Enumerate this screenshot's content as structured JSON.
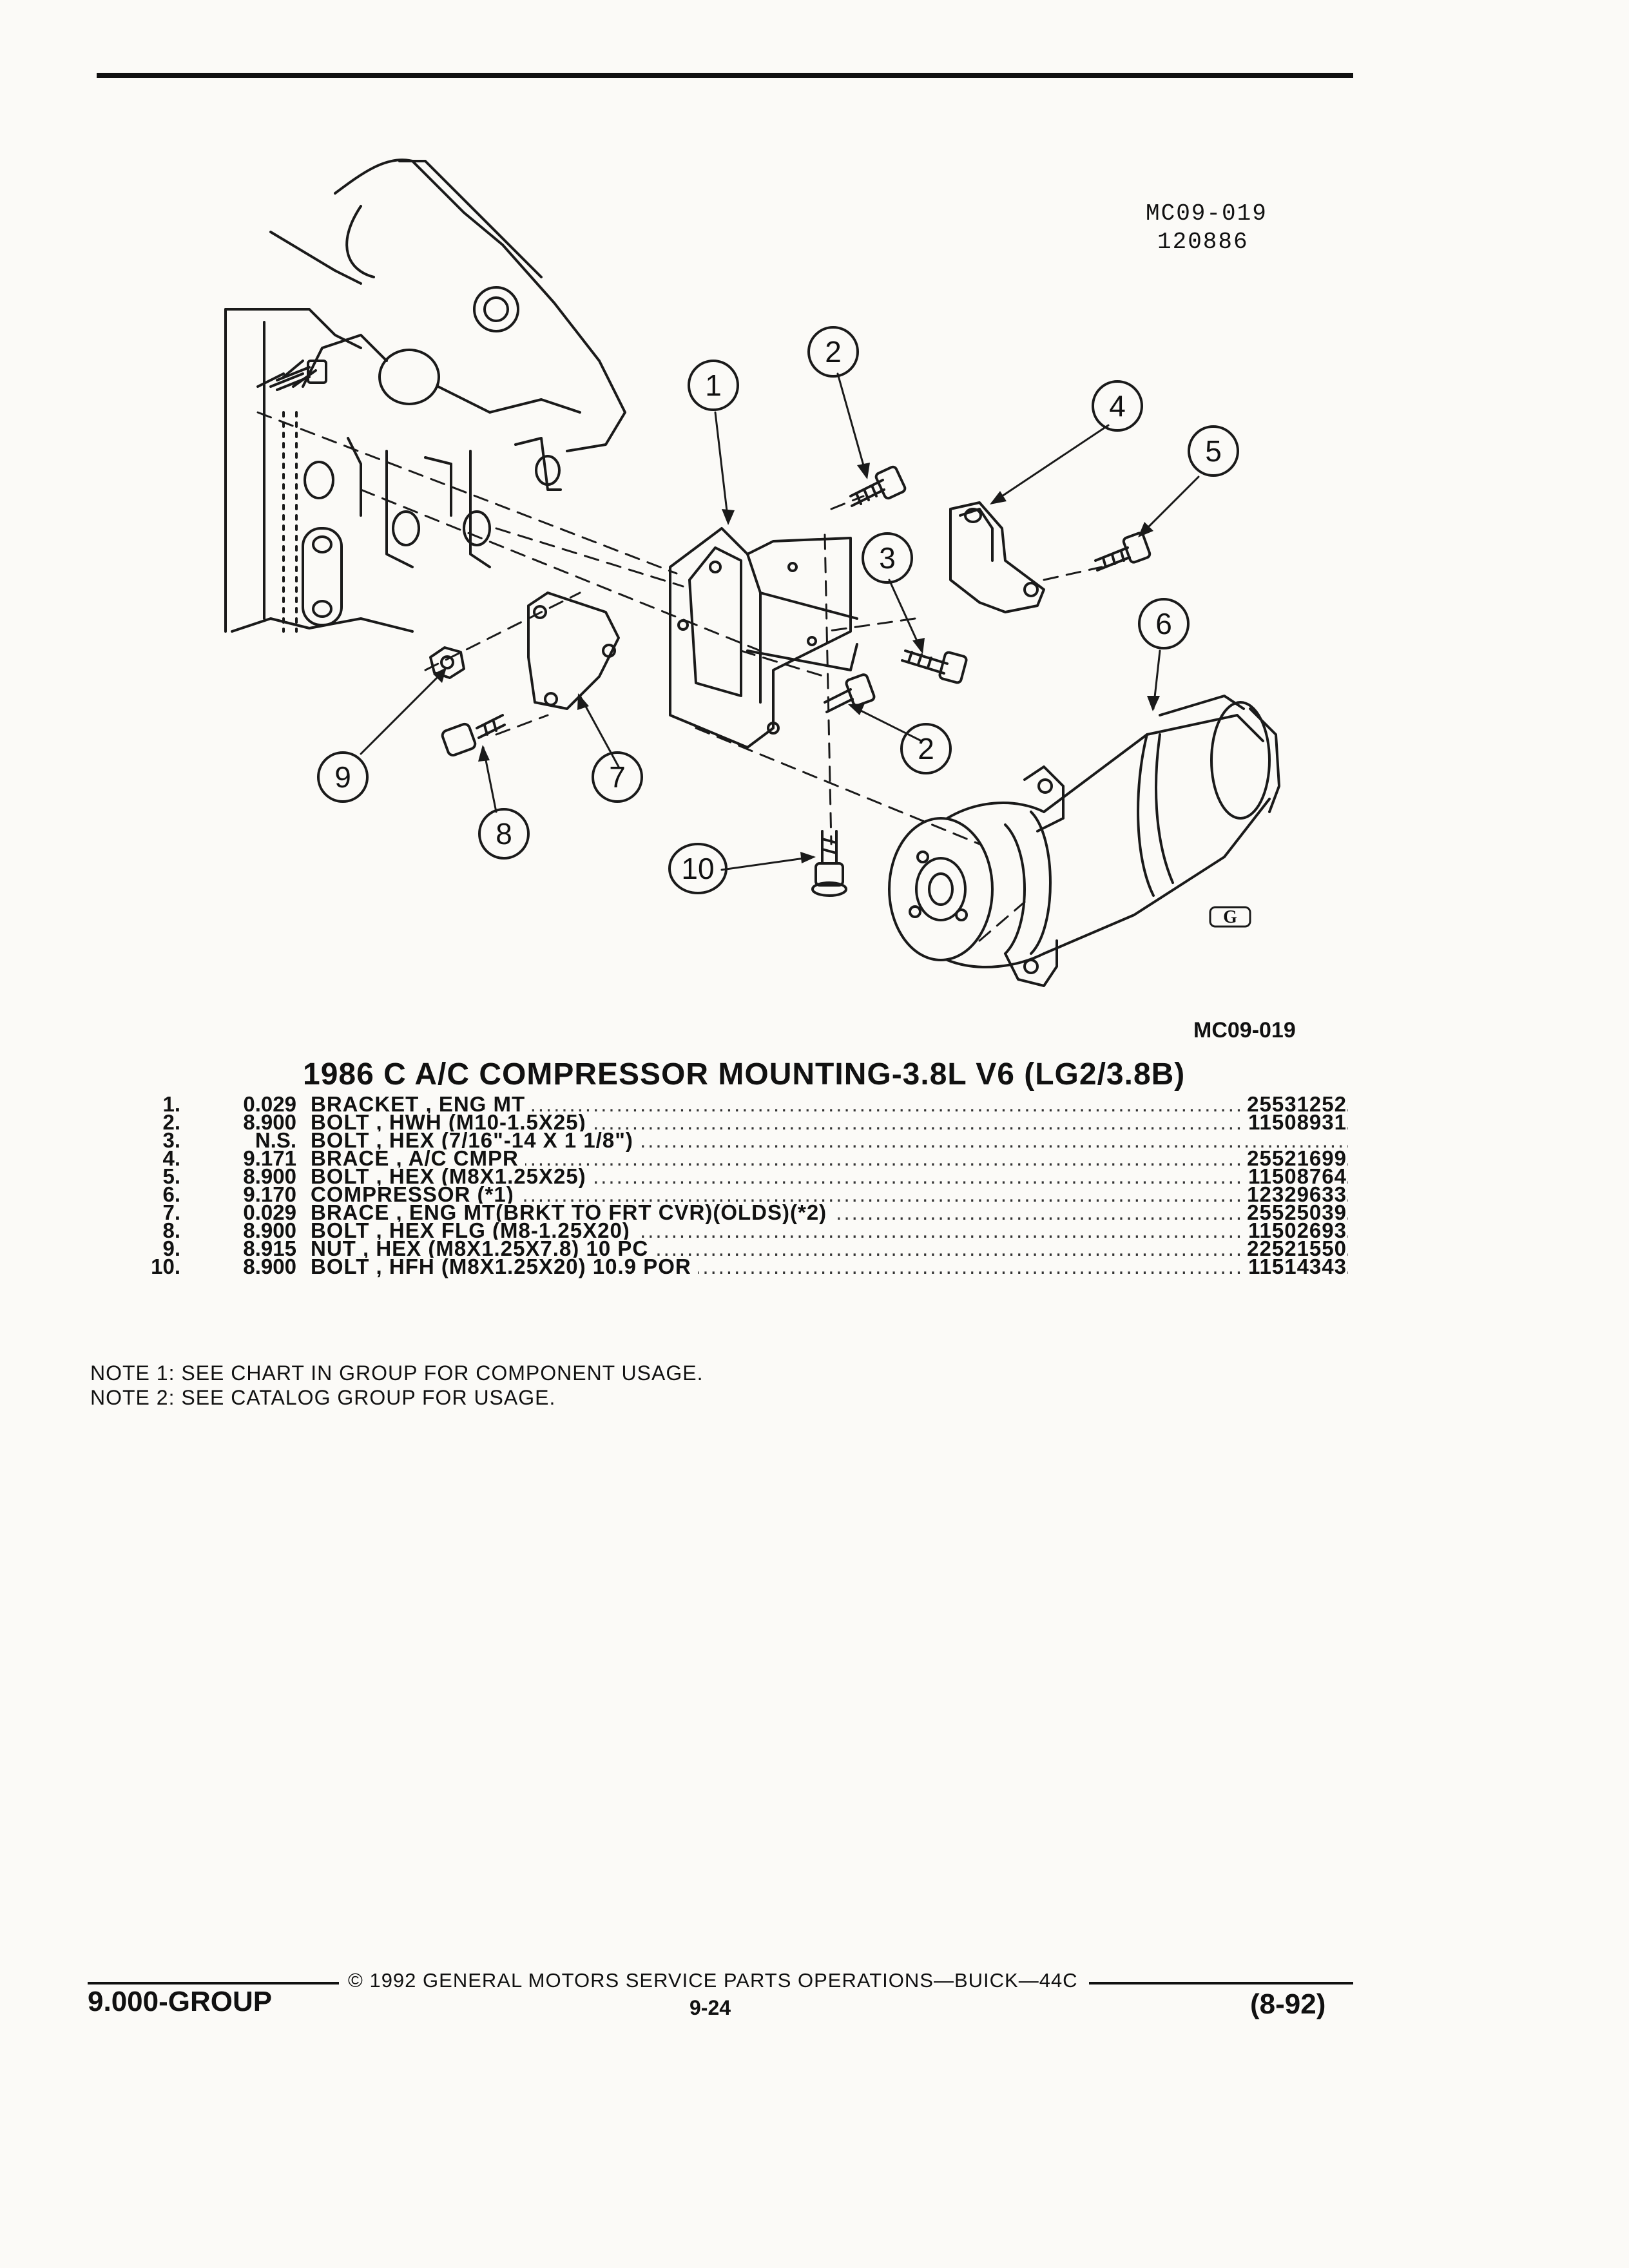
{
  "figure": {
    "id_top_line1": "MC09-019",
    "id_top_line2": "120886",
    "id_bottom": "MC09-019",
    "logo_text": "G",
    "callouts": [
      "1",
      "2",
      "2",
      "3",
      "4",
      "5",
      "6",
      "7",
      "8",
      "9",
      "10"
    ]
  },
  "title": "1986 C A/C COMPRESSOR MOUNTING-3.8L V6 (LG2/3.8B)",
  "parts": [
    {
      "num": "1.",
      "group": "0.029",
      "desc": "BRACKET , ENG MT",
      "part_no": "25531252"
    },
    {
      "num": "2.",
      "group": "8.900",
      "desc": "BOLT , HWH (M10-1.5X25)",
      "part_no": "11508931"
    },
    {
      "num": "3.",
      "group": "N.S.",
      "desc": "BOLT , HEX (7/16\"-14 X 1 1/8\")",
      "part_no": ""
    },
    {
      "num": "4.",
      "group": "9.171",
      "desc": "BRACE , A/C CMPR",
      "part_no": "25521699"
    },
    {
      "num": "5.",
      "group": "8.900",
      "desc": "BOLT , HEX (M8X1.25X25)",
      "part_no": "11508764"
    },
    {
      "num": "6.",
      "group": "9.170",
      "desc": "COMPRESSOR (*1)",
      "part_no": "12329633"
    },
    {
      "num": "7.",
      "group": "0.029",
      "desc": "BRACE , ENG MT(BRKT TO FRT CVR)(OLDS)(*2)",
      "part_no": "25525039"
    },
    {
      "num": "8.",
      "group": "8.900",
      "desc": "BOLT , HEX FLG (M8-1.25X20)",
      "part_no": "11502693"
    },
    {
      "num": "9.",
      "group": "8.915",
      "desc": "NUT , HEX (M8X1.25X7.8) 10 PC",
      "part_no": "22521550"
    },
    {
      "num": "10.",
      "group": "8.900",
      "desc": "BOLT , HFH (M8X1.25X20) 10.9 POR",
      "part_no": "11514343"
    }
  ],
  "notes": [
    "NOTE  1:  SEE CHART IN GROUP FOR COMPONENT USAGE.",
    "NOTE  2:  SEE CATALOG GROUP FOR USAGE."
  ],
  "footer": {
    "copyright": "© 1992  GENERAL MOTORS SERVICE PARTS OPERATIONS—BUICK—44C",
    "group": "9.000-GROUP",
    "page": "9-24",
    "date": "(8-92)"
  }
}
